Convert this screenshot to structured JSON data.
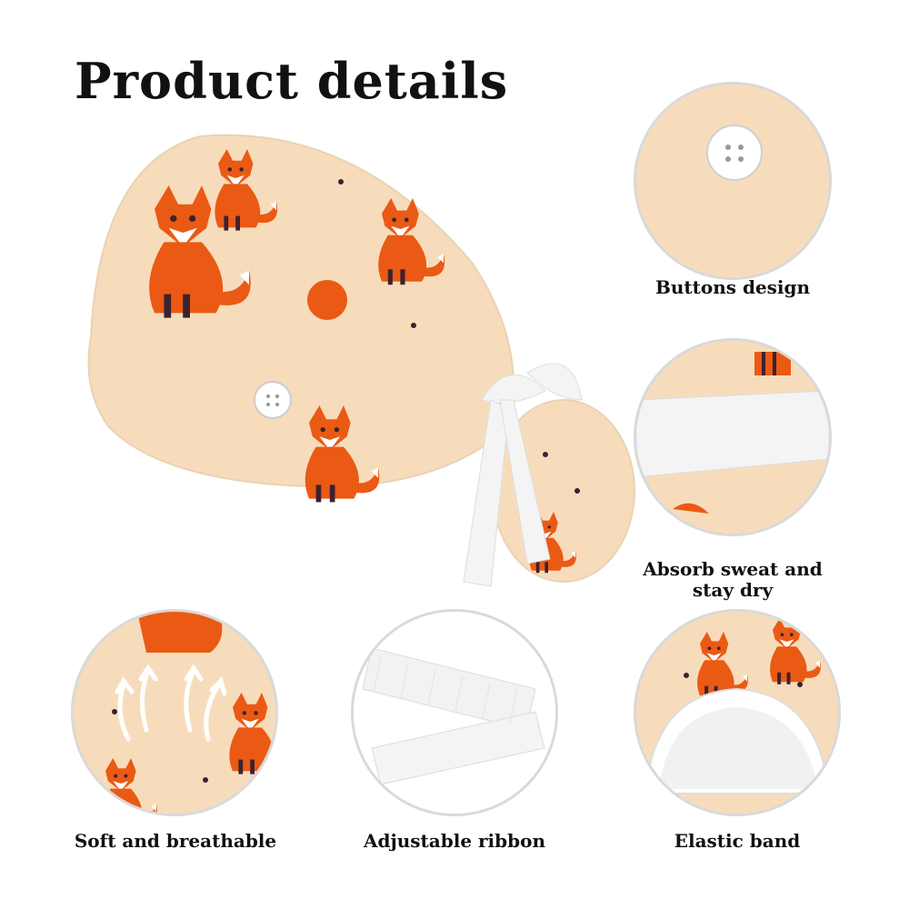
{
  "title": "Product details",
  "features": [
    {
      "label": "Buttons design"
    },
    {
      "label": "Absorb sweat and stay dry"
    },
    {
      "label": "Soft and breathable"
    },
    {
      "label": "Adjustable ribbon"
    },
    {
      "label": "Elastic band"
    }
  ],
  "colors": {
    "fabric": "#f7dcbc",
    "fox_orange": "#ea5a14",
    "fox_dark": "#3b2230",
    "ribbon": "#f4f4f4",
    "border": "#d9d9d9"
  },
  "icons": [
    "fox-pattern-icon",
    "button-icon",
    "ribbon-icon",
    "airflow-arrows-icon",
    "elastic-band-icon"
  ]
}
